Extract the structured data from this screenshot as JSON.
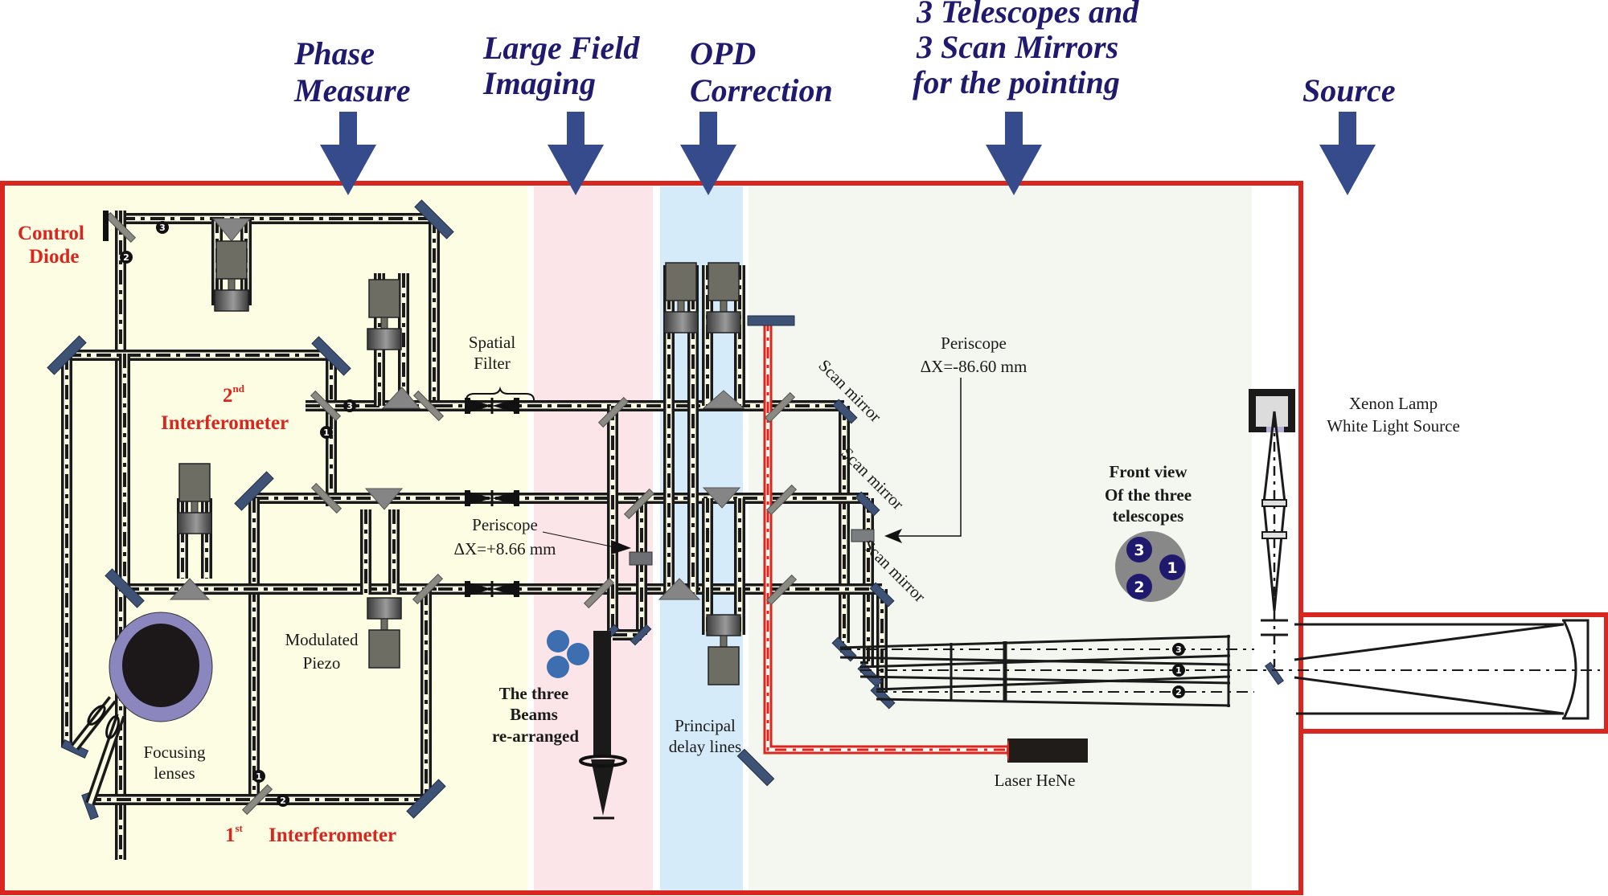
{
  "colors": {
    "frame": "#d9261f",
    "header_text": "#1f1a6e",
    "header_arrow": "#364b8c",
    "zone_phase": "#fdfde3",
    "zone_imaging": "#fbe5e8",
    "zone_opd": "#d6ebf9",
    "zone_pointing": "#f3f7ef",
    "mirror": "#3e5276",
    "laser_beam": "#d9261f",
    "telescope_disc": "#888888",
    "telescope_badge": "#1f1a6e"
  },
  "headers": {
    "phase": [
      "Phase",
      "Measure"
    ],
    "imaging": [
      "Large Field",
      "Imaging"
    ],
    "opd": [
      "OPD",
      "Correction"
    ],
    "pointing": [
      "3 Telescopes and",
      "3 Scan Mirrors",
      "for the pointing"
    ],
    "source": [
      "Source"
    ]
  },
  "labels": {
    "control_diode": [
      "Control",
      "Diode"
    ],
    "interf2": {
      "num": "2",
      "sup": "nd",
      "text": "Interferometer"
    },
    "interf1": {
      "num": "1",
      "sup": "st",
      "text": "Interferometer"
    },
    "spatial_filter": [
      "Spatial",
      "Filter"
    ],
    "periscope_left": [
      "Periscope",
      "ΔX=+8.66 mm"
    ],
    "periscope_right": [
      "Periscope",
      "ΔX=-86.60 mm"
    ],
    "modulated_piezo": [
      "Modulated",
      "Piezo"
    ],
    "focusing_lenses": [
      "Focusing",
      "lenses"
    ],
    "three_beams": [
      "The three",
      "Beams",
      "re-arranged"
    ],
    "principal_delay": [
      "Principal",
      "delay lines"
    ],
    "scan_mirror": "Scan mirror",
    "front_view": [
      "Front view",
      "Of the three",
      "telescopes"
    ],
    "xenon": [
      "Xenon Lamp",
      "White Light Source"
    ],
    "laser": "Laser HeNe"
  },
  "beam_numbers": [
    "1",
    "2",
    "3"
  ]
}
